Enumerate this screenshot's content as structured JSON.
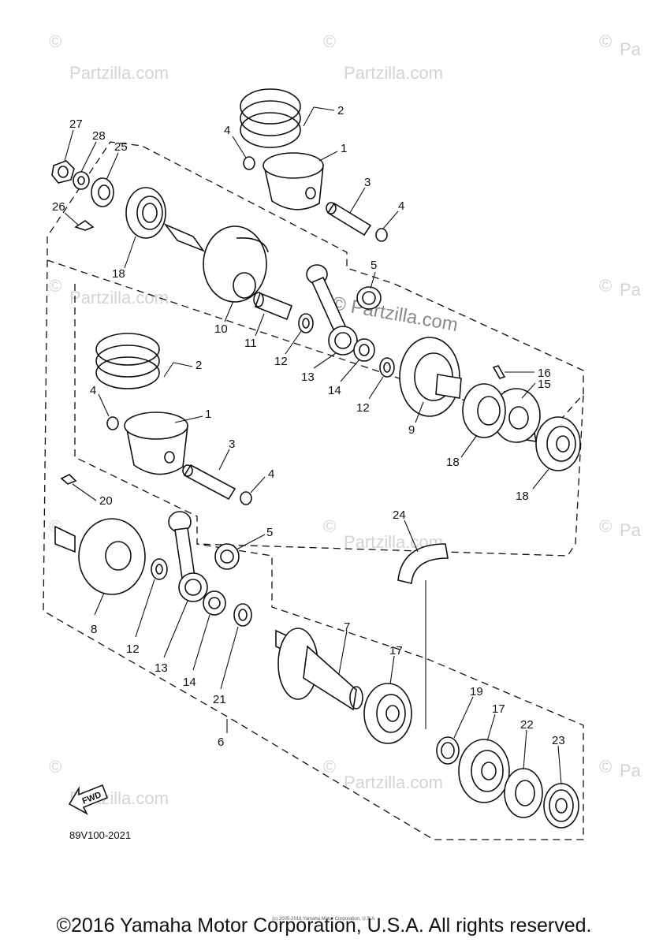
{
  "watermark": {
    "brand": "Partzilla.com",
    "symbol": "©",
    "short": "Pa"
  },
  "center_watermark": "© Partzilla.com",
  "callouts": {
    "c27": "27",
    "c28": "28",
    "c25": "25",
    "c26": "26",
    "c18a": "18",
    "c2a": "2",
    "c4a": "4",
    "c1a": "1",
    "c3a": "3",
    "c4b": "4",
    "c5a": "5",
    "c10": "10",
    "c11": "11",
    "c12a": "12",
    "c13a": "13",
    "c14a": "14",
    "c12b": "12",
    "c9": "9",
    "c16": "16",
    "c15": "15",
    "c18b": "18",
    "c18c": "18",
    "c2b": "2",
    "c4c": "4",
    "c1b": "1",
    "c3b": "3",
    "c4d": "4",
    "c20": "20",
    "c5b": "5",
    "c24": "24",
    "c8": "8",
    "c12c": "12",
    "c13b": "13",
    "c14b": "14",
    "c21": "21",
    "c7": "7",
    "c17a": "17",
    "c19": "19",
    "c17b": "17",
    "c22": "22",
    "c23": "23",
    "c6": "6"
  },
  "fwd_label": "FWD",
  "diagram_code": "89V100-2021",
  "tiny_copyright": "(c) 2005-2016 Yamaha Motor Corporation, U.S.A.",
  "copyright": "©2016 Yamaha Motor Corporation, U.S.A. All rights reserved."
}
